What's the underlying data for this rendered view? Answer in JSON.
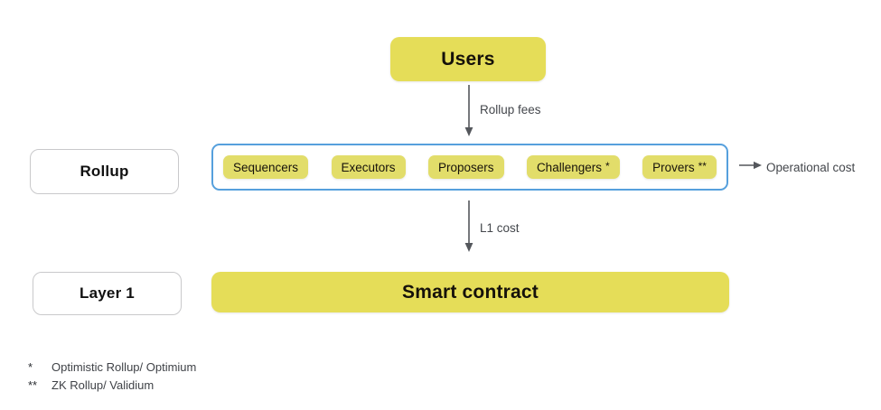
{
  "diagram": {
    "title": "Rollup cost structure diagram",
    "background": "#ffffff",
    "colors": {
      "block_yellow": "#e5dd58",
      "pill_yellow": "#e2dd6a",
      "container_blue": "#56a0dd",
      "label_border_gray": "#c9c9cb",
      "text_dark": "#15110a",
      "text_muted": "#44474c"
    }
  },
  "nodes": {
    "users": {
      "label": "Users"
    },
    "smart_contract": {
      "label": "Smart contract"
    }
  },
  "layer_labels": [
    {
      "name": "rollup",
      "label": "Rollup"
    },
    {
      "name": "layer1",
      "label": "Layer 1"
    }
  ],
  "rollup_roles": [
    {
      "label": "Sequencers",
      "footnote": ""
    },
    {
      "label": "Executors",
      "footnote": ""
    },
    {
      "label": "Proposers",
      "footnote": ""
    },
    {
      "label": "Challengers",
      "footnote": "*"
    },
    {
      "label": "Provers",
      "footnote": "**"
    }
  ],
  "edges": [
    {
      "name": "users-to-rollup",
      "label": "Rollup fees",
      "direction": "down"
    },
    {
      "name": "rollup-to-layer1",
      "label": "L1 cost",
      "direction": "down"
    },
    {
      "name": "rollup-to-operational",
      "label": "Operational cost",
      "direction": "right"
    }
  ],
  "footnotes": [
    {
      "marker": "*",
      "text": "Optimistic Rollup/ Optimium"
    },
    {
      "marker": "**",
      "text": "ZK Rollup/ Validium"
    }
  ]
}
